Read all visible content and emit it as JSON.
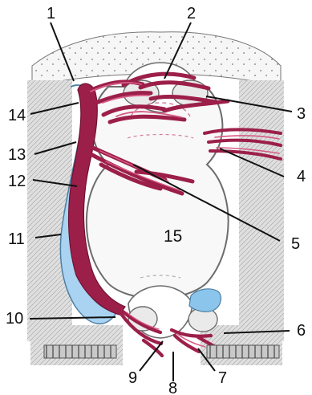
{
  "colors": {
    "vessel": "#9c1f4a",
    "vessel_light": "#d65a86",
    "vein_blue": "#a9d3f1",
    "tissue_grey": "#d9d9d9",
    "hatch": "#8f8f8f",
    "outline": "#333333"
  },
  "labels": {
    "n1": "1",
    "n2": "2",
    "n3": "3",
    "n4": "4",
    "n5": "5",
    "n6": "6",
    "n7": "7",
    "n8": "8",
    "n9": "9",
    "n10": "10",
    "n11": "11",
    "n12": "12",
    "n13": "13",
    "n14": "14",
    "n15": "15"
  }
}
